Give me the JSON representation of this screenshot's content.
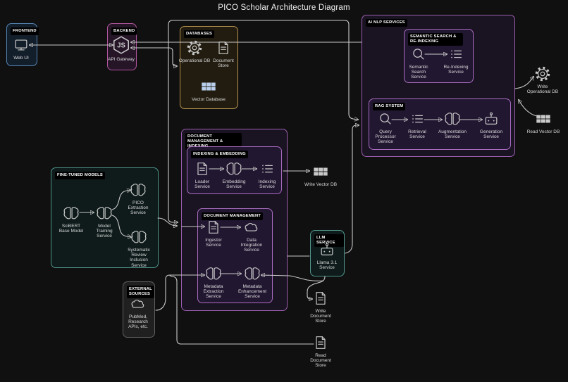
{
  "title": "PICO Scholar Architecture Diagram",
  "colors": {
    "background": "#101010",
    "wire": "#c9c9c9",
    "text": "#d9d9d9",
    "chip_bg": "#000000",
    "chip_text": "#ffffff",
    "frontend_border": "#5585b5",
    "backend_border": "#b3579f",
    "databases_border": "#b5924e",
    "purple_border": "#9b5fb0",
    "purple_inner_border": "#a96cc0",
    "teal_border": "#4f948b",
    "gray_border": "#606060",
    "vector_grid_blue": "#b9cfec"
  },
  "groups": {
    "frontend": {
      "chip": "FRONTEND"
    },
    "backend": {
      "chip": "BACKEND"
    },
    "databases": {
      "chip": "DATABASES"
    },
    "ai_nlp": {
      "chip": "AI NLP SERVICES"
    },
    "semantic": {
      "chip": "SEMANTIC SEARCH & RE-INDEXING"
    },
    "rag": {
      "chip": "RAG SYSTEM"
    },
    "dmi": {
      "chip": "DOCUMENT MANAGEMENT & INDEXING"
    },
    "indexing_embedding": {
      "chip": "INDEXING & EMBEDDING"
    },
    "document_management": {
      "chip": "DOCUMENT MANAGEMENT"
    },
    "fine_tuned": {
      "chip": "FINE-TUNED MODELS"
    },
    "external": {
      "chip": "EXTERNAL SOURCES"
    },
    "llm": {
      "chip": "LLM SERVICE"
    }
  },
  "nodes": {
    "web_ui": {
      "label": "Web UI"
    },
    "api_gateway": {
      "label": "API Gateway",
      "icon_text": "JS"
    },
    "operational_db": {
      "label": "Operational DB"
    },
    "document_store": {
      "label": "Document Store"
    },
    "vector_database": {
      "label": "Vector Database"
    },
    "semantic_search": {
      "label": "Semantic Search Service"
    },
    "re_indexing": {
      "label": "Re-Indexing Service"
    },
    "query_processor": {
      "label": "Query Processor Service"
    },
    "retrieval": {
      "label": "Retrieval Service"
    },
    "augmentation": {
      "label": "Augmentation Service"
    },
    "generation": {
      "label": "Generation Service"
    },
    "write_operational_db": {
      "label": "Write Operational DB"
    },
    "read_vector_db": {
      "label": "Read Vector DB"
    },
    "loader": {
      "label": "Loader Service"
    },
    "embedding": {
      "label": "Embedding Service"
    },
    "indexing": {
      "label": "Indexing Service"
    },
    "write_vector_db": {
      "label": "Write Vector DB"
    },
    "ingestor": {
      "label": "Ingestor Service"
    },
    "data_integration": {
      "label": "Data Integration Service"
    },
    "metadata_extraction": {
      "label": "Metadata Extraction Service"
    },
    "metadata_enhancement": {
      "label": "Metadata Enhancement Service"
    },
    "scibert": {
      "label": "SciBERT Base Model"
    },
    "model_training": {
      "label": "Model Training Service"
    },
    "pico_extraction": {
      "label": "PICO Extraction Service"
    },
    "systematic_review": {
      "label": "Systematic Review Inclusion Service"
    },
    "pubmed": {
      "label": "PubMed, Research APIs, etc."
    },
    "llama": {
      "label": "Llama 3.1 Service"
    },
    "write_document_store": {
      "label": "Write Document Store"
    },
    "read_document_store": {
      "label": "Read Document Store"
    }
  }
}
